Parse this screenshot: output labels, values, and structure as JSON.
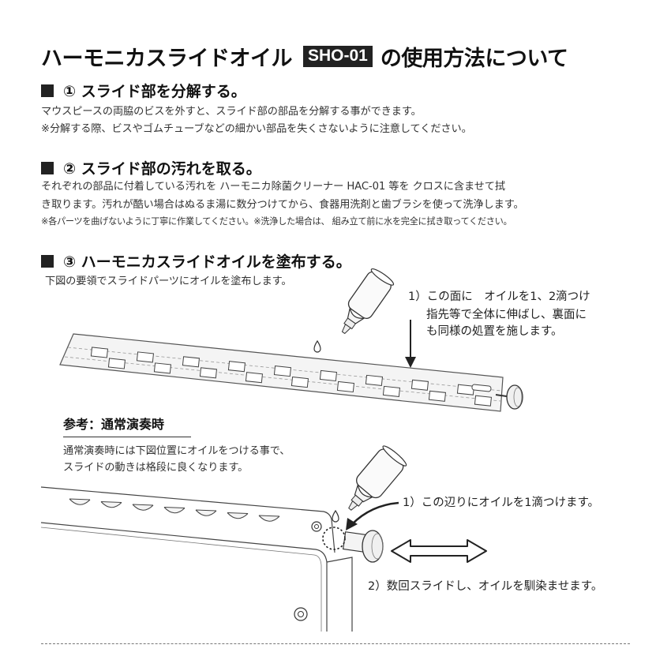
{
  "title": {
    "prefix": "ハーモニカスライドオイル",
    "badge": "SHO-01",
    "suffix": "の使用方法について"
  },
  "sections": [
    {
      "heading": "① スライド部を分解する。",
      "lines": [
        "マウスピースの両脇のビスを外すと、スライド部の部品を分解する事ができます。",
        "※分解する際、ビスやゴムチューブなどの細かい部品を失くさないように注意してください。"
      ]
    },
    {
      "heading": "② スライド部の汚れを取る。",
      "lines": [
        "それぞれの部品に付着している汚れを ハーモニカ除菌クリーナー  HAC-01  等を クロスに含ませて拭",
        "き取ります。汚れが酷い場合はぬるま湯に数分つけてから、食器用洗剤と歯ブラシを使って洗浄します。"
      ],
      "note": "※各パーツを曲げないように丁寧に作業してください。※洗浄した場合は、 組み立て前に水を完全に拭き取ってください。"
    },
    {
      "heading": "③ ハーモニカスライドオイルを塗布する。",
      "lines": [
        "下図の要領でスライドパーツにオイルを塗布します。"
      ],
      "callout": [
        "1）この面に　オイルを1、2滴つけ",
        "指先等で全体に伸ばし、裏面に",
        "も同様の処置を施します。"
      ]
    }
  ],
  "reference": {
    "heading": "参考：通常演奏時",
    "lines": [
      "通常演奏時には下図位置にオイルをつける事で、",
      "スライドの動きは格段に良くなります。"
    ],
    "callout1": "1）この辺りにオイルを1滴つけます。",
    "callout2": "2）数回スライドし、オイルを馴染ませます。"
  }
}
